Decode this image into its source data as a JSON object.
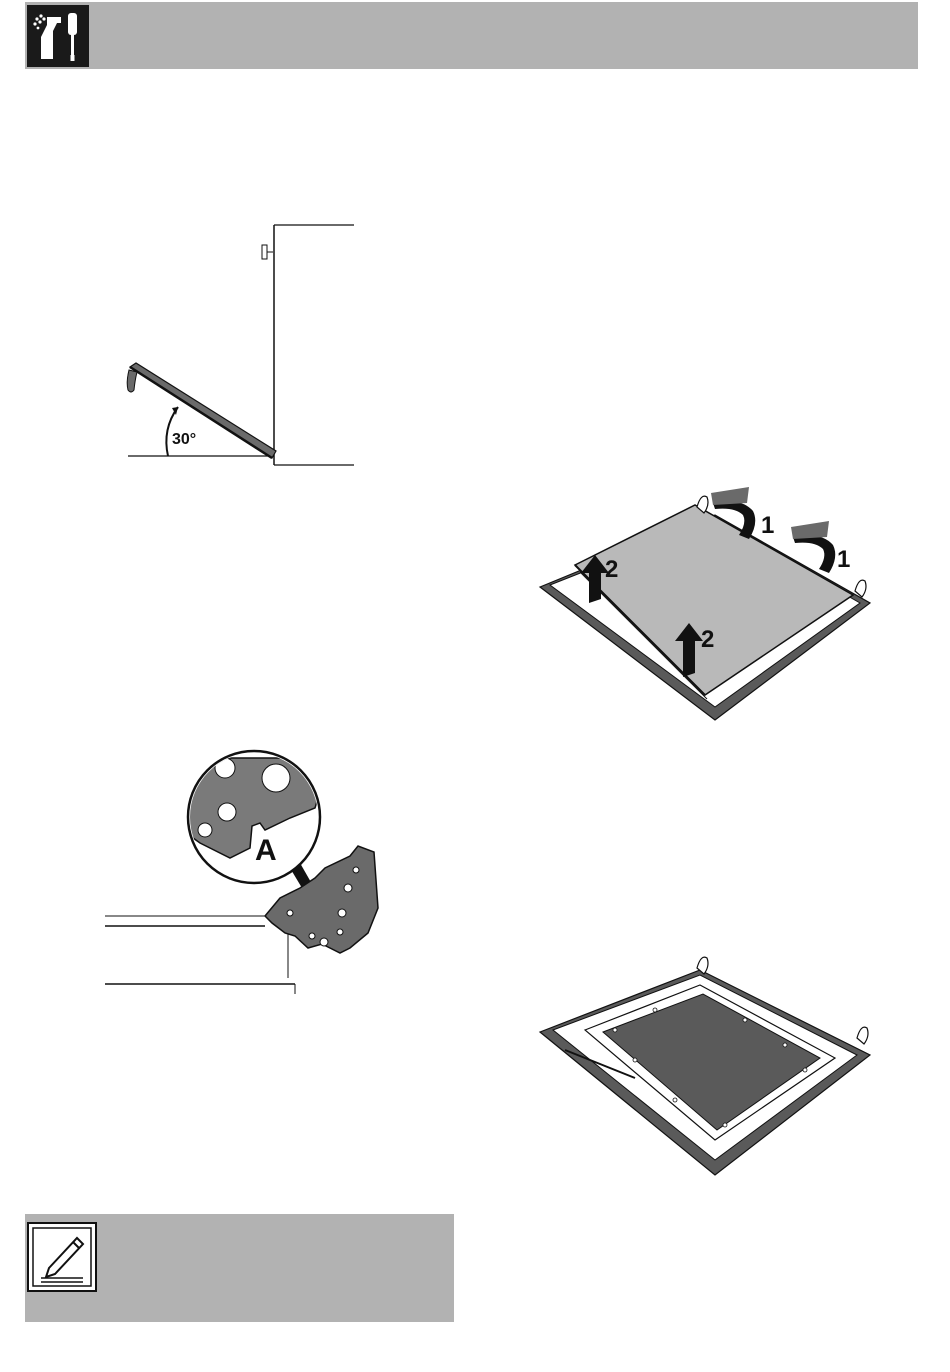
{
  "header": {
    "icon": "cleaning-maintenance-icon"
  },
  "figures": {
    "door_angle": {
      "angle_label": "30°"
    },
    "hinge_detail": {
      "callout_label": "A"
    },
    "panel_removal": {
      "step1_label": "1",
      "step2_label": "2"
    }
  },
  "note": {
    "icon": "pencil-note-icon"
  },
  "colors": {
    "header_gray": "#b2b2b2",
    "icon_dark": "#1a1a1a",
    "panel_gray": "#b9b9b9",
    "panel_dark": "#5a5a5a"
  }
}
